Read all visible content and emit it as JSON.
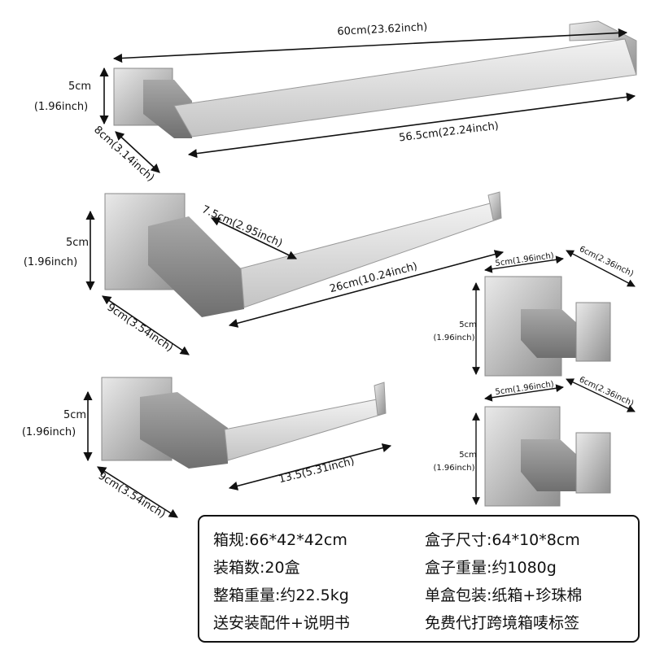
{
  "dimensions": {
    "towel_bar": {
      "total_length": "60cm(23.62inch)",
      "bar_length": "56.5cm(22.24inch)",
      "height_cm": "5cm",
      "height_inch": "(1.96inch)",
      "depth": "8cm(3.14inch)"
    },
    "towel_ring": {
      "extension": "7.5cm(2.95inch)",
      "length": "26cm(10.24inch)",
      "height_cm": "5cm",
      "height_inch": "(1.96inch)",
      "depth": "9cm(3.54inch)"
    },
    "paper_holder": {
      "length": "13.5(5.31inch)",
      "height_cm": "5cm",
      "height_inch": "(1.96inch)",
      "depth": "9cm(3.54inch)"
    },
    "hook_top": {
      "width": "5cm(1.96inch)",
      "depth": "6cm(2.36inch)",
      "height_cm": "5cm",
      "height_inch": "(1.96inch)"
    },
    "hook_bottom": {
      "width": "5cm(1.96inch)",
      "depth": "6cm(2.36inch)",
      "height_cm": "5cm",
      "height_inch": "(1.96inch)"
    }
  },
  "specs": [
    "箱规:66*42*42cm",
    "盒子尺寸:64*10*8cm",
    "装箱数:20盒",
    "盒子重量:约1080g",
    "整箱重量:约22.5kg",
    "单盒包装:纸箱+珍珠棉",
    "送安装配件+说明书",
    "免费代打跨境箱唛标签"
  ]
}
